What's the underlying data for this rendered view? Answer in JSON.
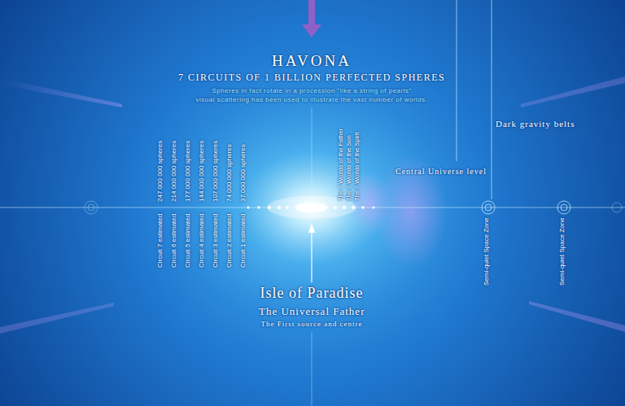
{
  "diagram": {
    "title": "HAVONA",
    "labels": [
      "7 CIRCUITS OF 1 BILLION PERFECTED SPHERES",
      "Spheres in fact rotate in a procession \"like a string of pearls\"",
      "visual scattering has been used to illustrate the vast number of worlds.",
      "Dark gravity belts",
      "Central Universe level",
      "Circuit 7 estimated",
      "247 000 000 spheres",
      "Circuit 6 estimated",
      "214 000 000 spheres",
      "Circuit 5 estimated",
      "177 000 000 spheres",
      "Circuit 4 estimated",
      "144 000 000 spheres",
      "Circuit 3 estimated",
      "107 000 000 spheres",
      "Circuit 2 estimated",
      "74 000 000 spheres",
      "Circuit 1 estimated",
      "37 000 000 spheres",
      "The 7 Worlds of the Father",
      "The 7 Worlds of the Son",
      "The 7 Worlds of the Spirit",
      "Semi-quiet Space Zone",
      "Semi-quiet Space Zone",
      "Isle of Paradise",
      "The Universal Father",
      "The First source and centre"
    ]
  }
}
